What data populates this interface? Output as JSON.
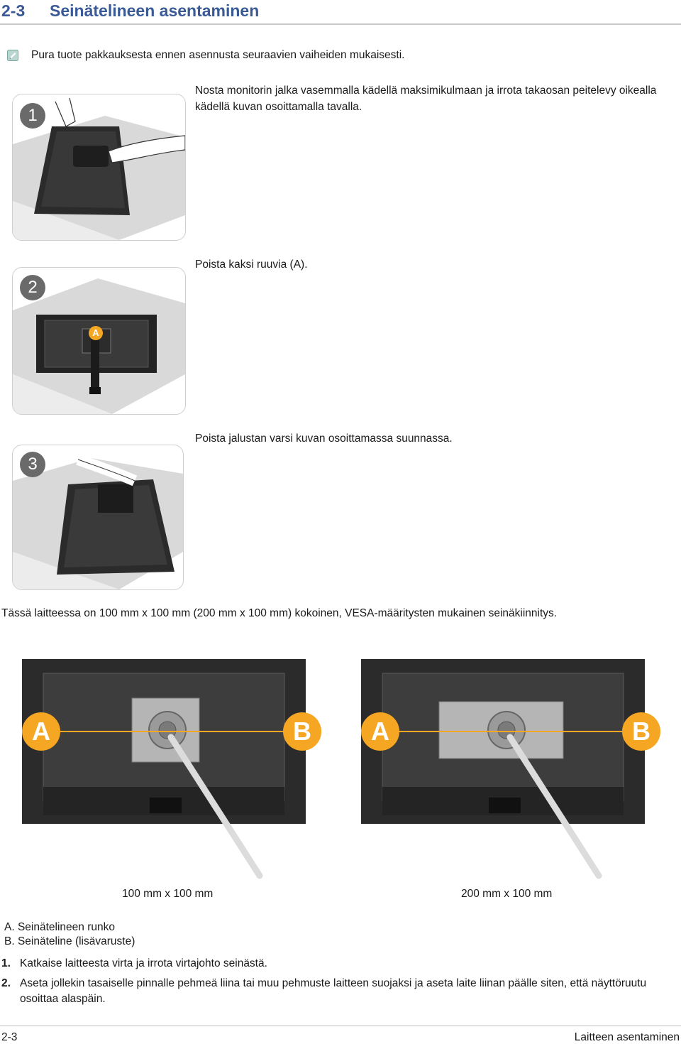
{
  "header": {
    "number": "2-3",
    "title": "Seinätelineen asentaminen"
  },
  "note": {
    "icon": "note-icon",
    "text": "Pura tuote pakkauksesta ennen asennusta seuraavien vaiheiden mukaisesti."
  },
  "steps": [
    {
      "badge": "1",
      "text": "Nosta monitorin jalka vasemmalla kädellä maksimikulmaan ja irrota takaosan peitelevy oikealla kädellä kuvan osoittamalla tavalla."
    },
    {
      "badge": "2",
      "label": "A",
      "text": "Poista kaksi ruuvia (A)."
    },
    {
      "badge": "3",
      "text": "Poista jalustan varsi kuvan osoittamassa suunnassa."
    }
  ],
  "vesa_text": "Tässä laitteessa on 100 mm x 100 mm (200 mm x 100 mm) kokoinen, VESA-määritysten mukainen seinäkiinnitys.",
  "vesa_figures": [
    {
      "label_a": "A",
      "label_b": "B",
      "caption": "100 mm x 100 mm"
    },
    {
      "label_a": "A",
      "label_b": "B",
      "caption": "200 mm x 100 mm"
    }
  ],
  "legend": [
    "A. Seinätelineen runko",
    "B. Seinäteline (lisävaruste)"
  ],
  "numbered": [
    {
      "num": "1.",
      "text": "Katkaise laitteesta virta ja irrota virtajohto seinästä."
    },
    {
      "num": "2.",
      "text": "Aseta jollekin tasaiselle pinnalle pehmeä liina tai muu pehmuste laitteen suojaksi ja aseta laite liinan päälle siten, että näyttöruutu osoittaa alaspäin."
    }
  ],
  "footer": {
    "left": "2-3",
    "right": "Laitteen asentaminen"
  },
  "colors": {
    "accent": "#3a5a96",
    "badge_orange": "#f5a623",
    "monitor_dark": "#2b2b2b"
  }
}
